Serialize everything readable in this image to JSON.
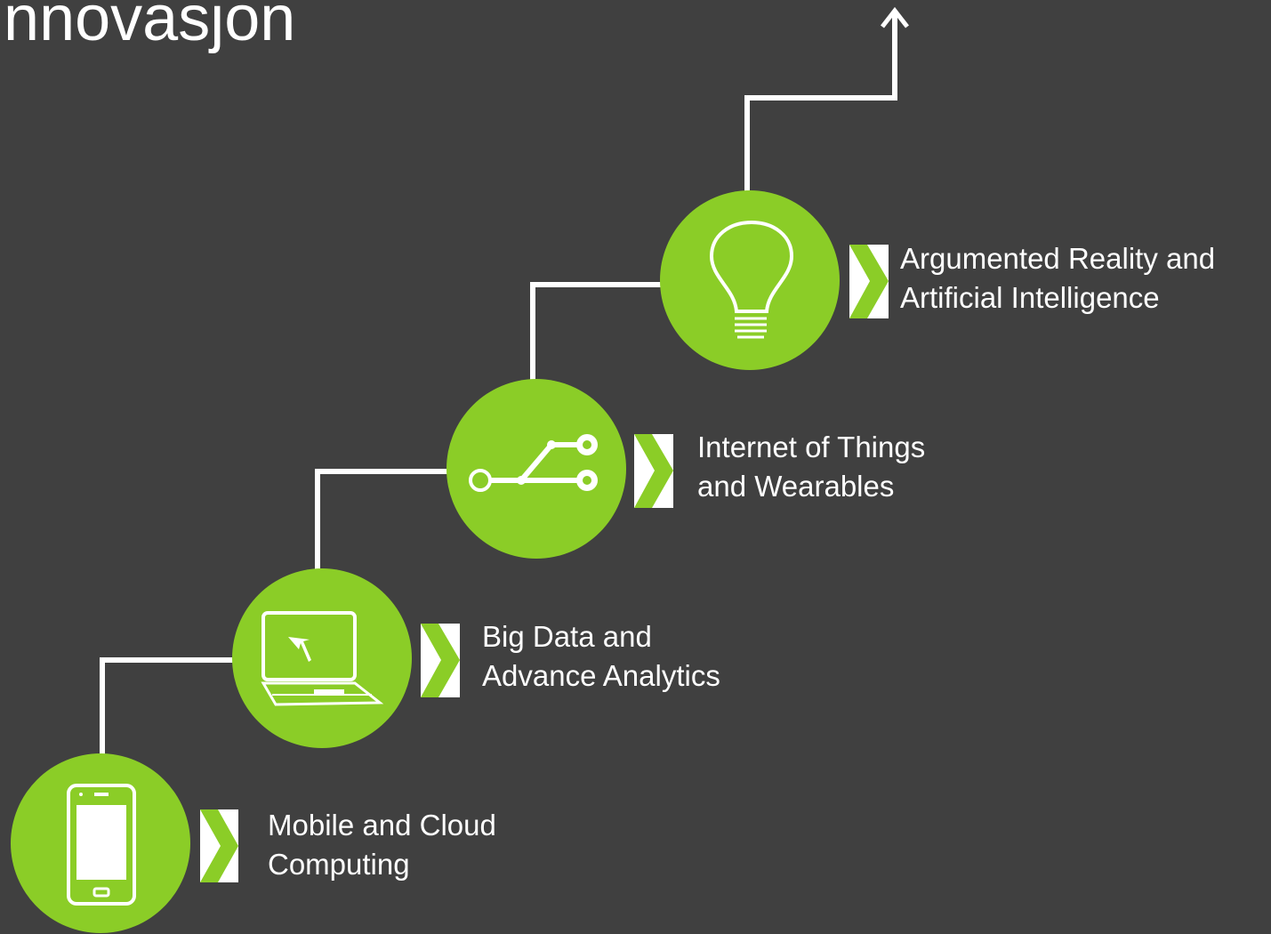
{
  "title": "al innovasjon",
  "colors": {
    "background": "#404040",
    "accent": "#8bcd27",
    "line": "#ffffff",
    "text": "#ffffff"
  },
  "steps": [
    {
      "icon": "smartphone-icon",
      "label_line1": "Mobile and Cloud",
      "label_line2": "Computing"
    },
    {
      "icon": "laptop-icon",
      "label_line1": "Big Data and",
      "label_line2": "Advance Analytics"
    },
    {
      "icon": "network-nodes-icon",
      "label_line1": "Internet of Things",
      "label_line2": "and Wearables"
    },
    {
      "icon": "lightbulb-icon",
      "label_line1": "Argumented Reality and",
      "label_line2": "Artificial Intelligence"
    }
  ]
}
